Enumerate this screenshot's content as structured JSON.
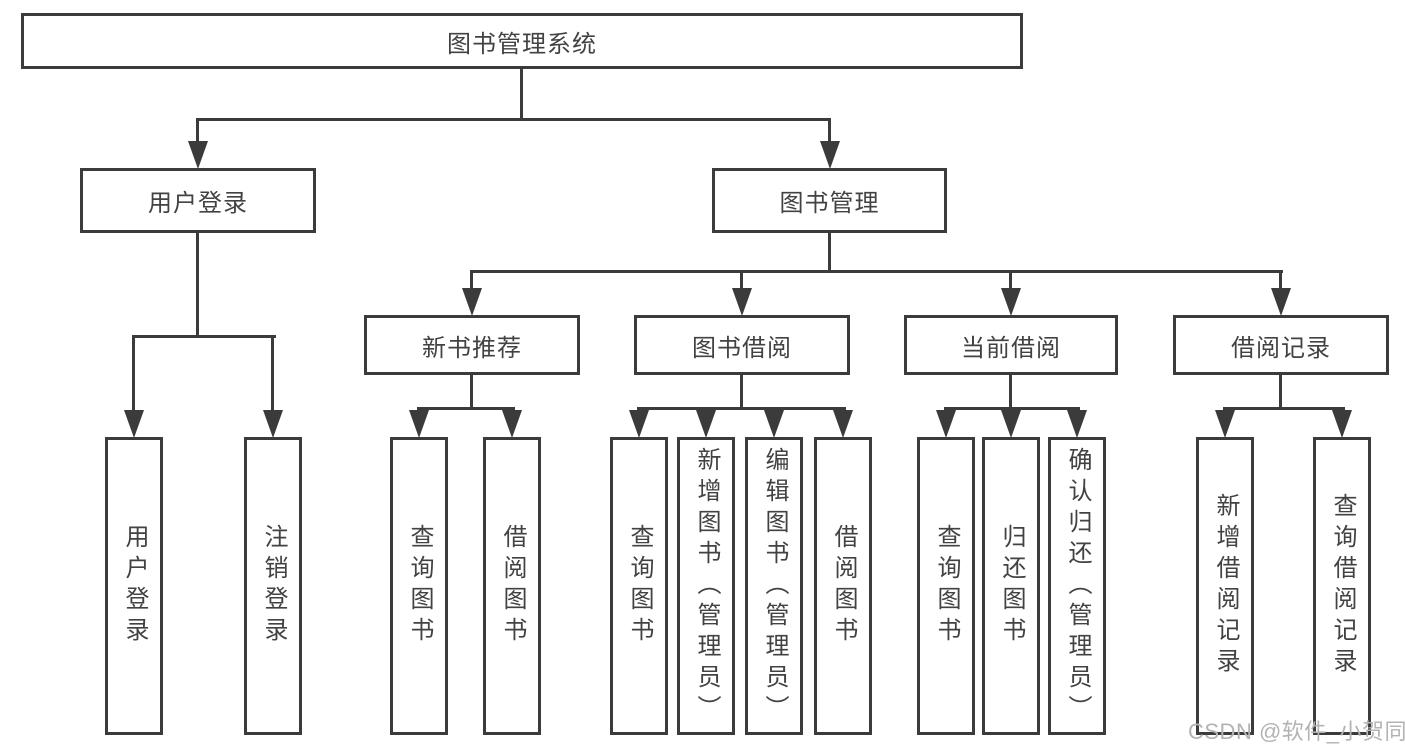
{
  "diagram": {
    "root": "图书管理系统",
    "branches": {
      "user": {
        "label": "用户登录",
        "children": [
          "用户登录",
          "注销登录"
        ]
      },
      "management": {
        "label": "图书管理",
        "sections": [
          {
            "label": "新书推荐",
            "children": [
              "查询图书",
              "借阅图书"
            ]
          },
          {
            "label": "图书借阅",
            "children": [
              "查询图书",
              "新增图书（管理员）",
              "编辑图书（管理员）",
              "借阅图书"
            ]
          },
          {
            "label": "当前借阅",
            "children": [
              "查询图书",
              "归还图书",
              "确认归还（管理员）"
            ]
          },
          {
            "label": "借阅记录",
            "children": [
              "新增借阅记录",
              "查询借阅记录"
            ]
          }
        ]
      }
    },
    "watermark": "CSDN @软件_小贺同学",
    "colors": {
      "line": "#3b3b3b",
      "text": "#424242",
      "watermark": "#b3b3b3",
      "background": "#ffffff"
    }
  }
}
